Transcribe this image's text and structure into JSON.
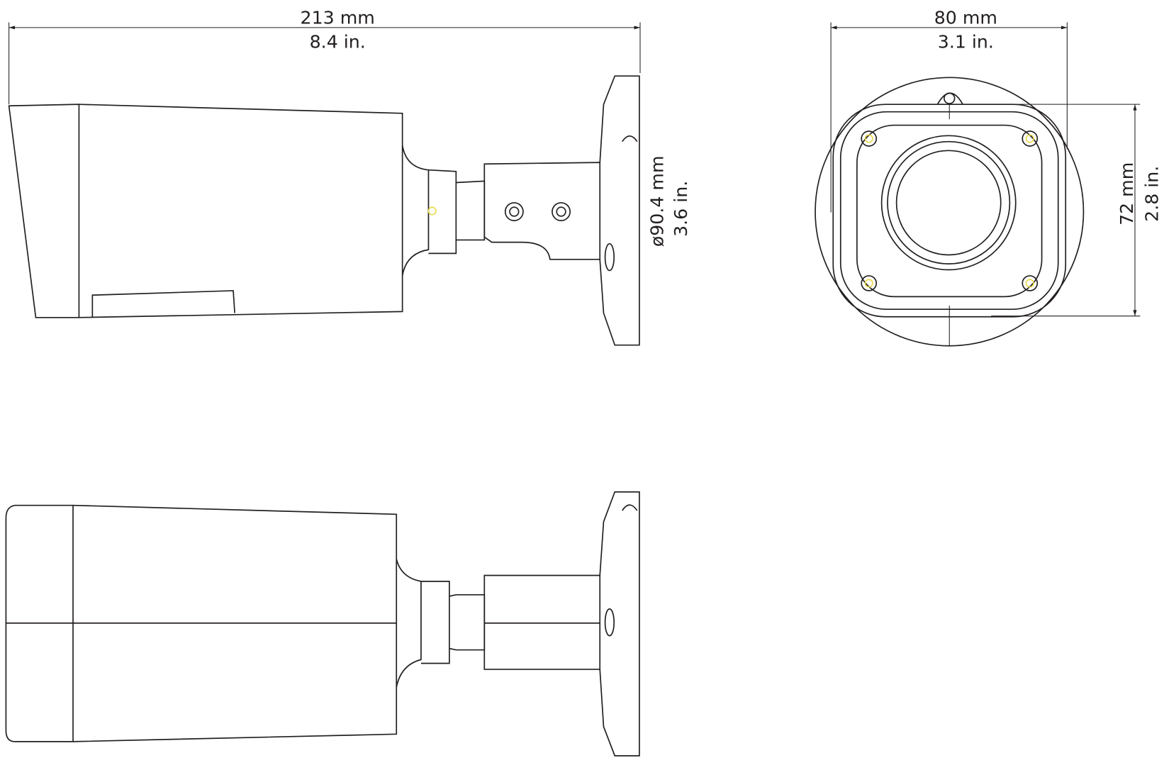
{
  "drawing": {
    "side_view_top": {
      "length_mm": "213 mm",
      "length_in": "8.4 in.",
      "mount_diameter_mm": "ø90.4 mm",
      "mount_diameter_in": "3.6 in."
    },
    "front_view": {
      "width_mm": "80 mm",
      "width_in": "3.1 in.",
      "height_mm": "72 mm",
      "height_in": "2.8 in."
    }
  },
  "colors": {
    "line": "#231f20",
    "screw_highlight": "#e8d84a"
  }
}
